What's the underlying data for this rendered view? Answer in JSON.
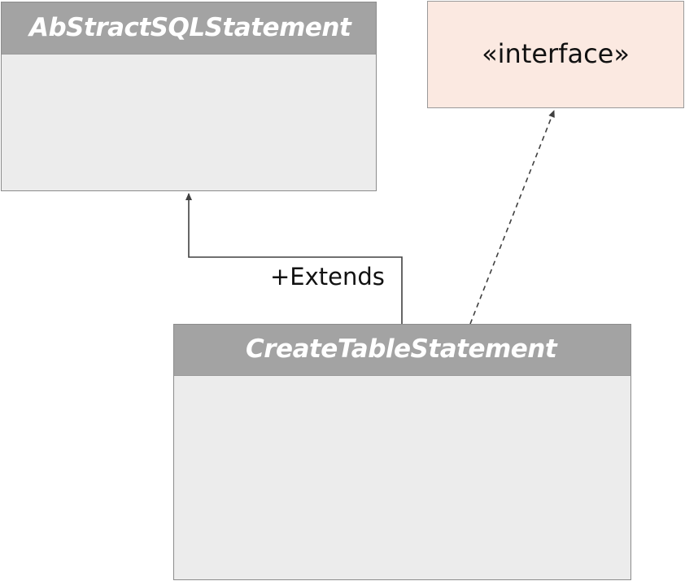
{
  "classes": {
    "abstract": {
      "name": "AbStractSQLStatement"
    },
    "create": {
      "name": "CreateTableStatement"
    }
  },
  "interface": {
    "label": "«interface»"
  },
  "relations": {
    "extends": {
      "label": "+Extends",
      "style": "solid",
      "arrowhead": "filled"
    },
    "realizes": {
      "style": "dashed",
      "arrowhead": "filled"
    }
  },
  "colors": {
    "class_header": "#a3a3a3",
    "class_body": "#ececec",
    "interface_fill": "#fbe9e1",
    "line": "#404040"
  }
}
